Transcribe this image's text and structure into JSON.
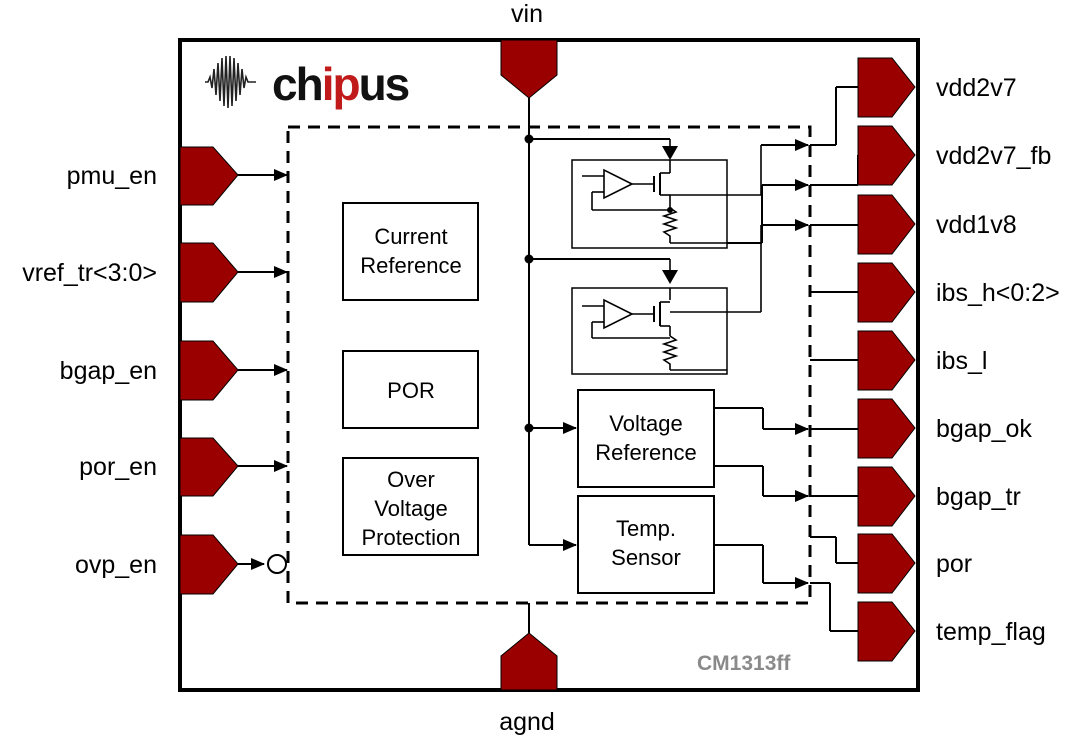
{
  "logo": {
    "text_a": "ch",
    "text_b": "ip",
    "text_c": "us"
  },
  "part_number": "CM1313ff",
  "pins": {
    "top": "vin",
    "bottom": "agnd",
    "left": [
      "pmu_en",
      "vref_tr<3:0>",
      "bgap_en",
      "por_en",
      "ovp_en"
    ],
    "right": [
      "vdd2v7",
      "vdd2v7_fb",
      "vdd1v8",
      "ibs_h<0:2>",
      "ibs_l",
      "bgap_ok",
      "bgap_tr",
      "por",
      "temp_flag"
    ]
  },
  "blocks": {
    "current_ref": [
      "Current",
      "Reference"
    ],
    "por": [
      "POR"
    ],
    "ovp": [
      "Over",
      "Voltage",
      "Protection"
    ],
    "vref": [
      "Voltage",
      "Reference"
    ],
    "temp": [
      "Temp.",
      "Sensor"
    ]
  },
  "colors": {
    "pin": "#9b0000",
    "logo_accent": "#c01a1a",
    "line": "#000000",
    "part_label": "#8a8a8a"
  }
}
